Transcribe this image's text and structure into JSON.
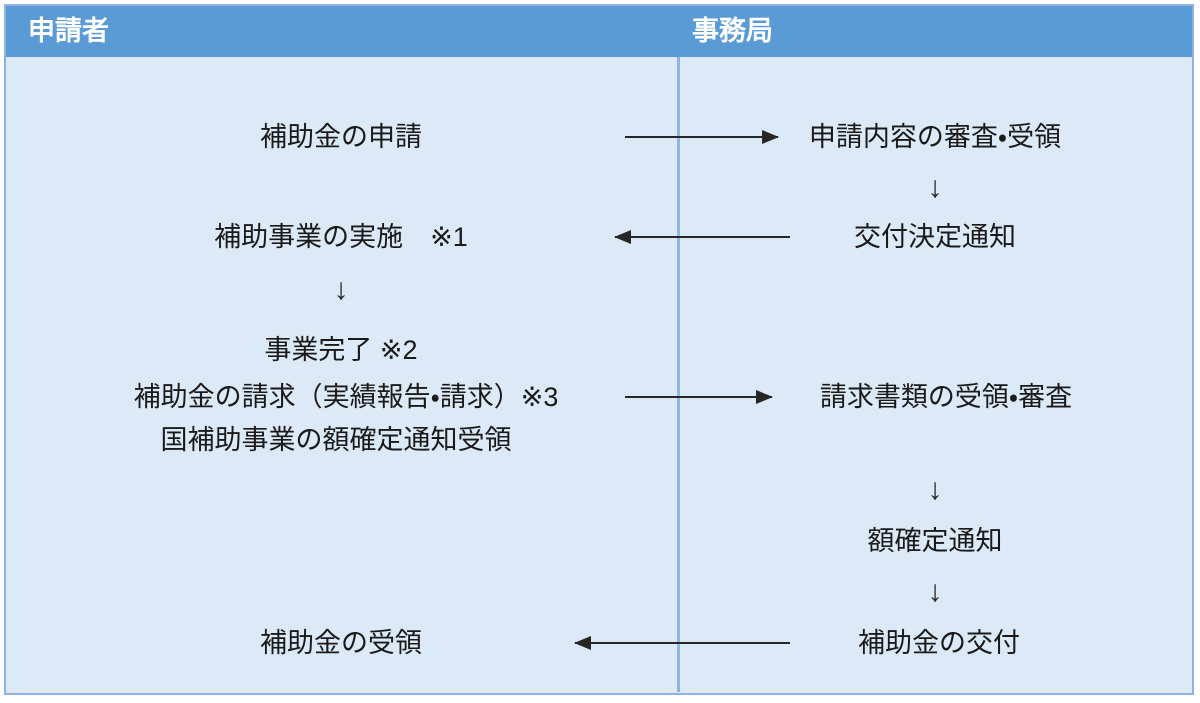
{
  "header": {
    "left": "申請者",
    "right": "事務局"
  },
  "flow": {
    "left": {
      "apply": "補助金の申請",
      "implement": "補助事業の実施　※1",
      "down": "↓",
      "complete": "事業完了 ※2",
      "claim": "補助金の請求（実績報告・請求）※3",
      "national_amount_notice_receipt": "国補助事業の額確定通知受領",
      "receive": "補助金の受領"
    },
    "right": {
      "review": "申請内容の審査・受領",
      "down1": "↓",
      "grant_decision": "交付決定通知",
      "claim_review": "請求書類の受領・審査",
      "down2": "↓",
      "amount_notice": "額確定通知",
      "down3": "↓",
      "grant_payment": "補助金の交付"
    }
  },
  "icons": {
    "down_arrow": "↓"
  },
  "colors": {
    "header_bg": "#5B9BD5",
    "header_text": "#FFFFFF",
    "body_bg": "#DCE9F6",
    "border": "#8FB3E0",
    "divider": "#8FB4E3",
    "text": "#1A1A1A",
    "arrow": "#262626"
  }
}
